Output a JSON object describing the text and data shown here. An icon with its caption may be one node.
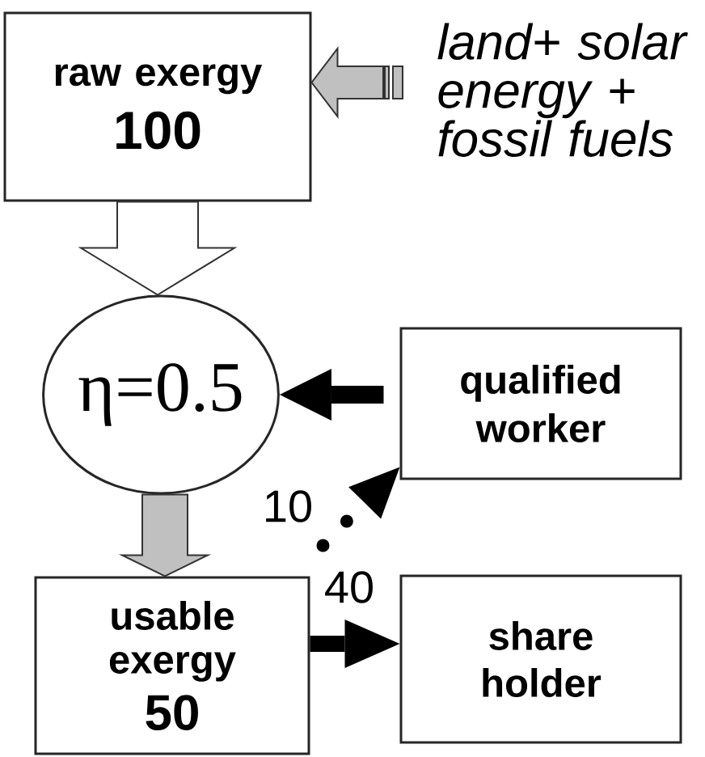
{
  "diagram": {
    "nodes": [
      {
        "text": [
          "raw exergy",
          "100"
        ]
      },
      {
        "text": [
          "land+ solar energy + fossil fuels"
        ]
      },
      {
        "text": [
          "η=0.5"
        ]
      },
      {
        "text": [
          "qualified worker"
        ]
      },
      {
        "text": [
          "usable exergy",
          "50"
        ]
      },
      {
        "text": [
          "share holder"
        ]
      }
    ],
    "edges": [
      {
        "from": 1,
        "to": 0,
        "arrow": "to",
        "style": "thick",
        "color": "#c0c0c0"
      },
      {
        "from": 0,
        "to": 2,
        "arrow": "to",
        "style": "thick",
        "color": "#ffffff"
      },
      {
        "from": 3,
        "to": 2,
        "arrow": "to"
      },
      {
        "from": 2,
        "to": 4,
        "arrow": "to",
        "style": "thick",
        "color": "#c0c0c0"
      },
      {
        "from": 4,
        "to": 3,
        "arrow": "to",
        "style": "dashed",
        "label": "10"
      },
      {
        "from": 4,
        "to": 5,
        "arrow": "to",
        "label": "40"
      }
    ]
  }
}
